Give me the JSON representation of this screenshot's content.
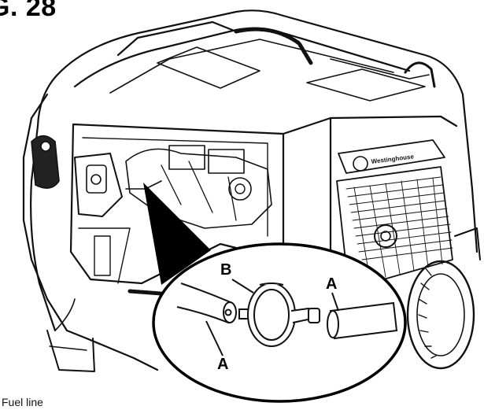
{
  "figure": {
    "title": "G. 28"
  },
  "callouts": {
    "b": "B",
    "a_right": "A",
    "a_left": "A"
  },
  "caption": {
    "text": "Fuel line"
  },
  "branding": {
    "logo_text": "Westinghouse"
  },
  "icons": {
    "illustration": "generator-line-drawing",
    "detail": "fuel-filter-detail-magnifier"
  }
}
